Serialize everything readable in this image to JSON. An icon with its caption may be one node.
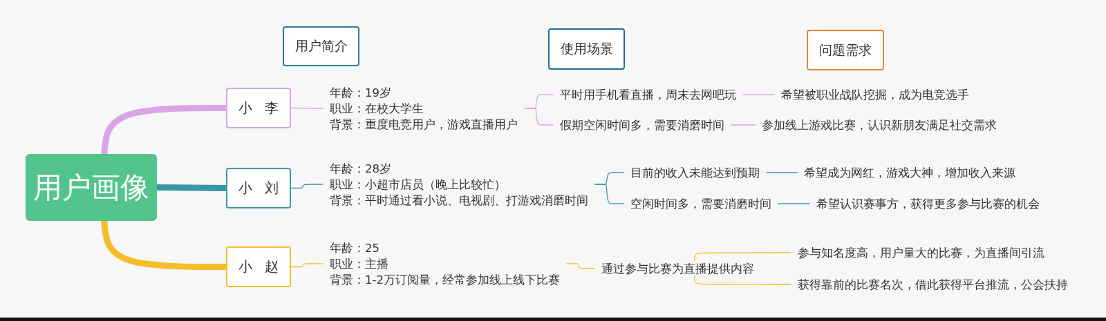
{
  "diagram": {
    "nodes": [
      {
        "text": [
          "用户画像"
        ]
      },
      {
        "text": [
          "用户简介"
        ]
      },
      {
        "text": [
          "使用场景"
        ]
      },
      {
        "text": [
          "问题需求"
        ]
      },
      {
        "text": [
          "小 李"
        ]
      },
      {
        "text": [
          "小 刘"
        ]
      },
      {
        "text": [
          "小 赵"
        ]
      },
      {
        "text": [
          "年龄：19岁",
          "职业：在校大学生",
          "背景：重度电竞用户，游戏直播用户"
        ]
      },
      {
        "text": [
          "平时用手机看直播，周末去网吧玩"
        ]
      },
      {
        "text": [
          "假期空闲时间多，需要消磨时间"
        ]
      },
      {
        "text": [
          "希望被职业战队挖掘，成为电竞选手"
        ]
      },
      {
        "text": [
          "参加线上游戏比赛，认识新朋友满足社交需求"
        ]
      },
      {
        "text": [
          "年龄：28岁",
          "职业：小超市店员（晚上比较忙）",
          "背景：平时通过看小说、电视剧、打游戏消磨时间"
        ]
      },
      {
        "text": [
          "目前的收入未能达到预期"
        ]
      },
      {
        "text": [
          "空闲时间多，需要消磨时间"
        ]
      },
      {
        "text": [
          "希望成为网红，游戏大神，增加收入来源"
        ]
      },
      {
        "text": [
          "希望认识赛事方，获得更多参与比赛的机会"
        ]
      },
      {
        "text": [
          "年龄：25",
          "职业：主播",
          "背景：1-2万订阅量，经常参加线上线下比赛"
        ]
      },
      {
        "text": [
          "通过参与比赛为直播提供内容"
        ]
      },
      {
        "text": [
          "参与知名度高，用户量大的比赛，为直播间引流"
        ]
      },
      {
        "text": [
          "获得靠前的比赛名次，借此获得平台推流，公会扶持"
        ]
      }
    ],
    "edges": [
      {
        "from": 0,
        "to": 4,
        "arrow": "none",
        "style": "thick",
        "color": "#d9a5e6"
      },
      {
        "from": 0,
        "to": 5,
        "arrow": "none",
        "style": "thick",
        "color": "#3a98a6"
      },
      {
        "from": 0,
        "to": 6,
        "arrow": "none",
        "style": "thick",
        "color": "#f6bd2b"
      },
      {
        "from": 4,
        "to": 7,
        "arrow": "none",
        "color": "#d9a5e6"
      },
      {
        "from": 7,
        "to": 8,
        "arrow": "none",
        "color": "#d9a5e6"
      },
      {
        "from": 7,
        "to": 9,
        "arrow": "none",
        "color": "#d9a5e6"
      },
      {
        "from": 8,
        "to": 10,
        "arrow": "none",
        "color": "#d9a5e6"
      },
      {
        "from": 9,
        "to": 11,
        "arrow": "none",
        "color": "#d9a5e6"
      },
      {
        "from": 5,
        "to": 12,
        "arrow": "none",
        "color": "#3a98a6"
      },
      {
        "from": 12,
        "to": 13,
        "arrow": "none",
        "color": "#3a98a6"
      },
      {
        "from": 12,
        "to": 14,
        "arrow": "none",
        "color": "#3a98a6"
      },
      {
        "from": 13,
        "to": 15,
        "arrow": "none",
        "color": "#3a98a6"
      },
      {
        "from": 14,
        "to": 16,
        "arrow": "none",
        "color": "#3a98a6"
      },
      {
        "from": 6,
        "to": 17,
        "arrow": "none",
        "color": "#f6bd2b"
      },
      {
        "from": 17,
        "to": 18,
        "arrow": "none",
        "color": "#f6bd2b"
      },
      {
        "from": 18,
        "to": 19,
        "arrow": "none",
        "color": "#f6bd2b"
      },
      {
        "from": 18,
        "to": 20,
        "arrow": "none",
        "color": "#f6bd2b"
      }
    ]
  }
}
